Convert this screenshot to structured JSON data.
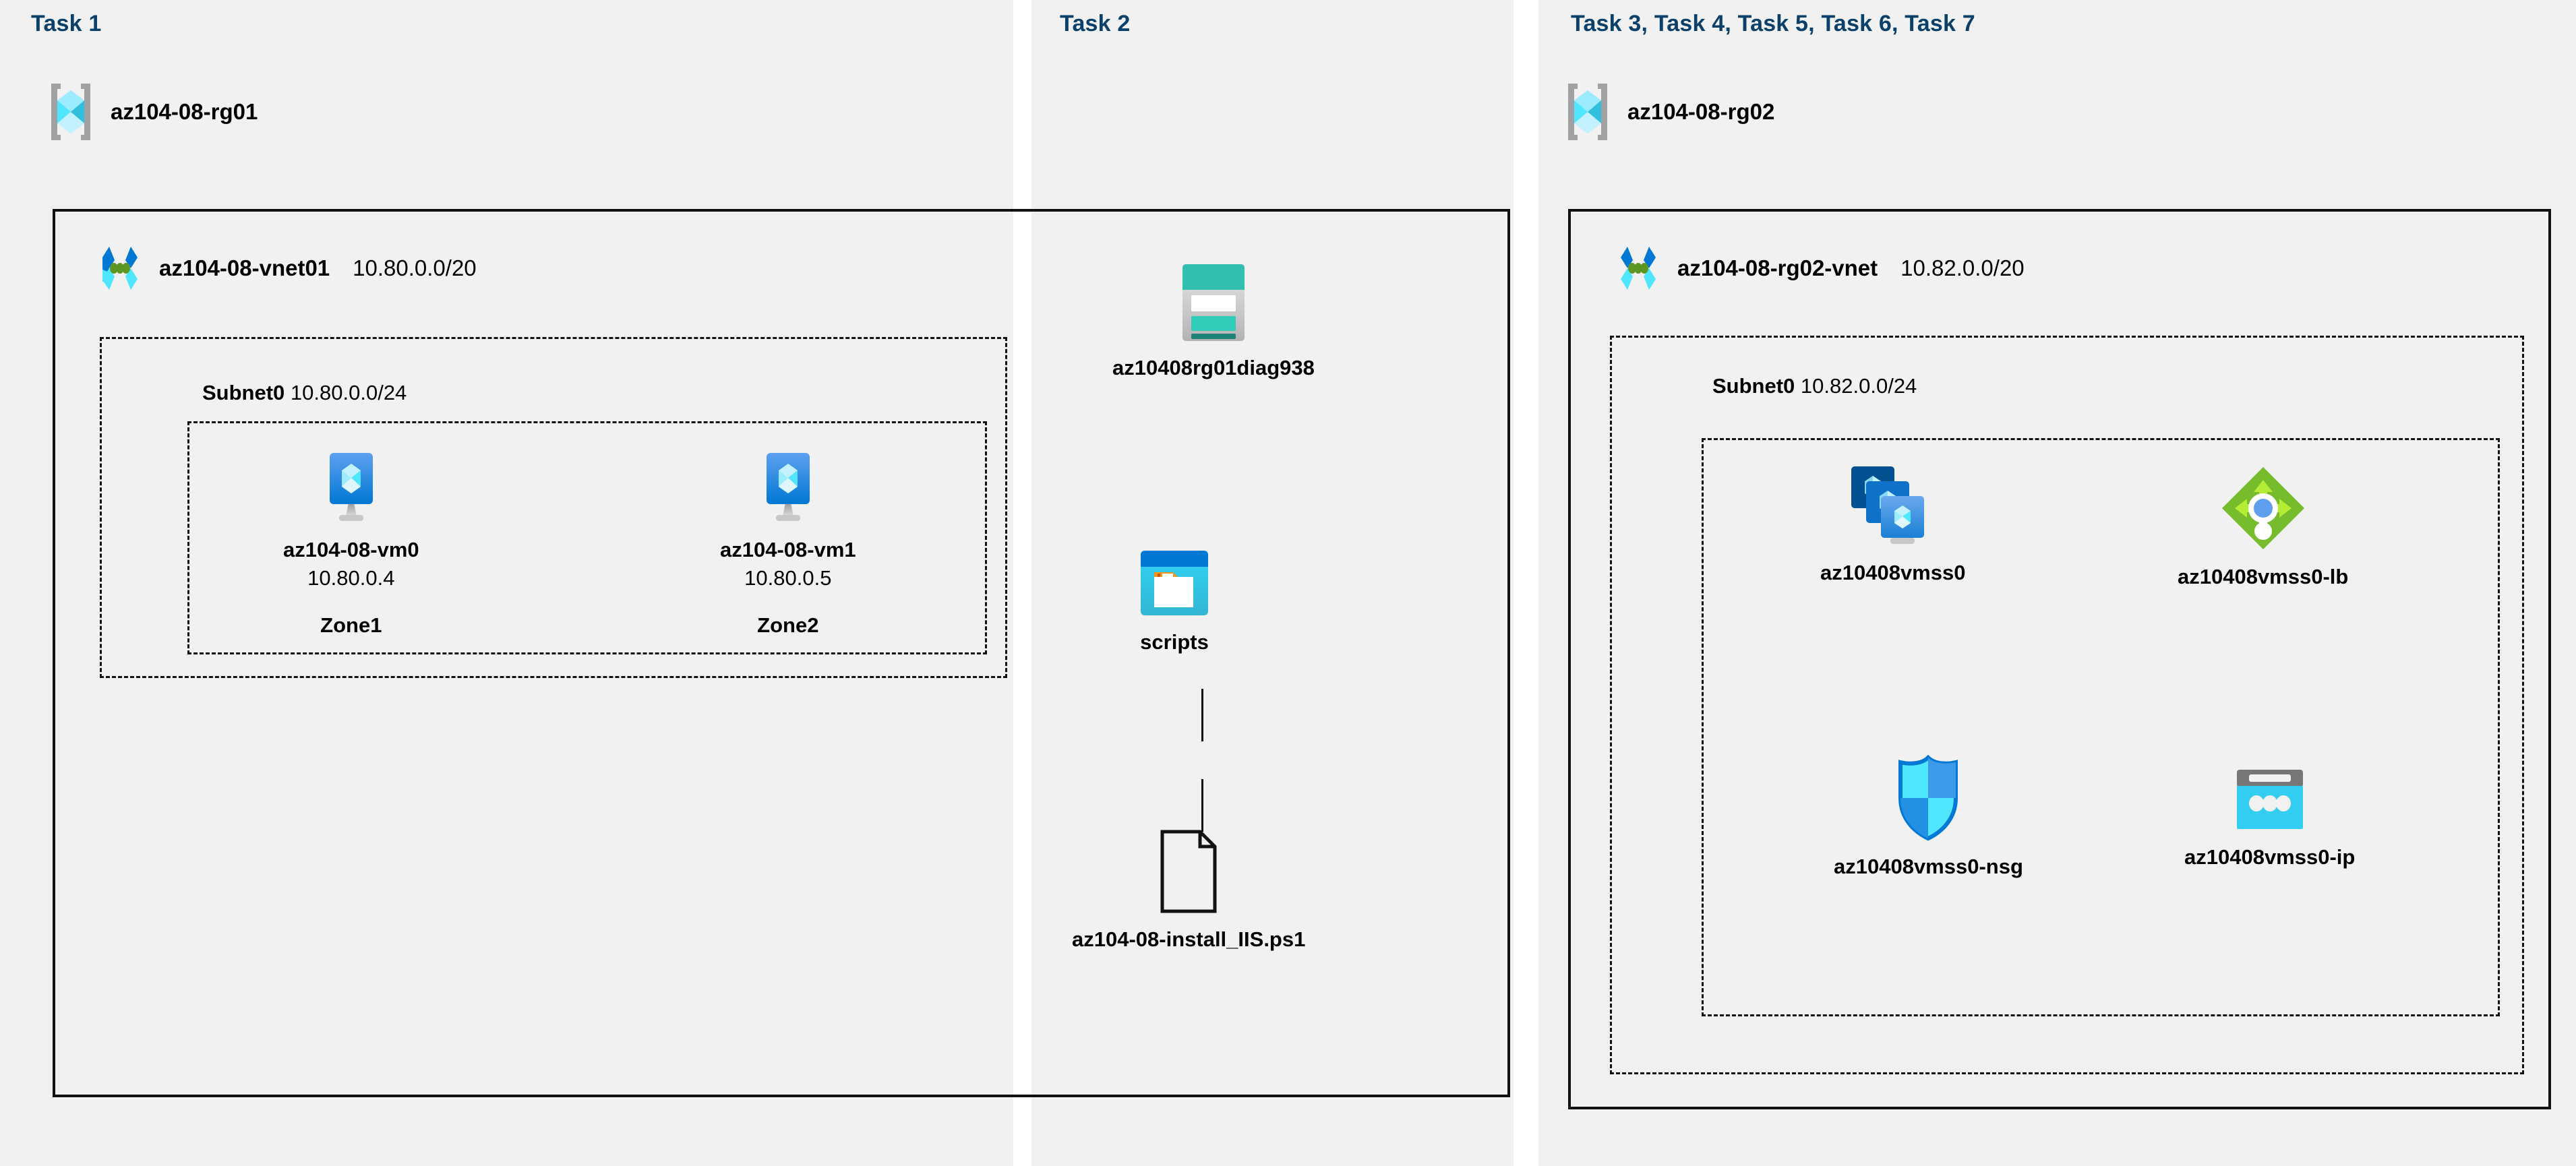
{
  "columns": [
    {
      "id": "col1",
      "task_header": "Task 1"
    },
    {
      "id": "col2",
      "task_header": "Task 2"
    },
    {
      "id": "col3",
      "task_header": "Task 3, Task 4, Task 5, Task 6, Task 7"
    }
  ],
  "resource_groups": [
    {
      "name": "az104-08-rg01",
      "icon": "resource-group-icon"
    },
    {
      "name": "az104-08-rg02",
      "icon": "resource-group-icon"
    }
  ],
  "vnets": [
    {
      "name": "az104-08-vnet01",
      "cidr": "10.80.0.0/20",
      "icon": "virtual-network-icon"
    },
    {
      "name": "az104-08-rg02-vnet",
      "cidr": "10.82.0.0/20",
      "icon": "virtual-network-icon"
    }
  ],
  "subnets": [
    {
      "name": "Subnet0",
      "cidr": "10.80.0.0/24"
    },
    {
      "name": "Subnet0",
      "cidr": "10.82.0.0/24"
    }
  ],
  "vms": [
    {
      "name": "az104-08-vm0",
      "ip": "10.80.0.4",
      "zone": "Zone1",
      "icon": "virtual-machine-icon"
    },
    {
      "name": "az104-08-vm1",
      "ip": "10.80.0.5",
      "zone": "Zone2",
      "icon": "virtual-machine-icon"
    }
  ],
  "task2": {
    "storage_account": {
      "name": "az10408rg01diag938",
      "icon": "storage-account-icon"
    },
    "container": {
      "name": "scripts",
      "icon": "blob-container-icon"
    },
    "file": {
      "name": "az104-08-install_IIS.ps1",
      "icon": "file-icon"
    }
  },
  "rg02_resources": [
    {
      "name": "az10408vmss0",
      "icon": "vm-scale-set-icon"
    },
    {
      "name": "az10408vmss0-lb",
      "icon": "load-balancer-icon"
    },
    {
      "name": "az10408vmss0-nsg",
      "icon": "network-security-group-icon"
    },
    {
      "name": "az10408vmss0-ip",
      "icon": "public-ip-address-icon"
    }
  ],
  "colors": {
    "panel_background": "#f1f1f1",
    "page_background": "#ffffff",
    "task_header": "#0a4069",
    "border": "#111111",
    "azure_blue": "#0078d4",
    "azure_cyan": "#50e6ff",
    "storage_teal": "#32bfb0",
    "lb_green": "#76bc2d",
    "text": "#000000"
  }
}
